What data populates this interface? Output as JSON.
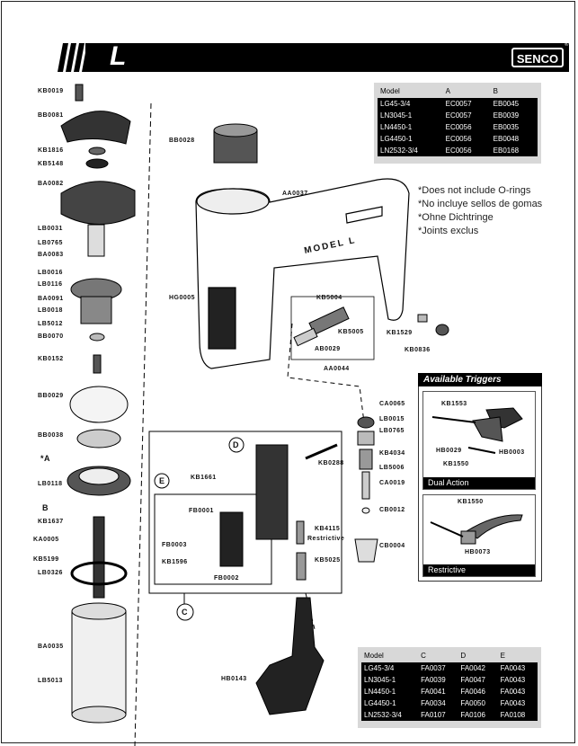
{
  "header": {
    "model_letter": "L",
    "brand": "SENCO",
    "reg_mark": "®"
  },
  "table_top": {
    "columns": [
      "Model",
      "A",
      "B"
    ],
    "rows": [
      [
        "LG45-3/4",
        "EC0057",
        "EB0045"
      ],
      [
        "LN3045-1",
        "EC0057",
        "EB0039"
      ],
      [
        "LN4450-1",
        "EC0056",
        "EB0035"
      ],
      [
        "LG4450-1",
        "EC0056",
        "EB0048"
      ],
      [
        "LN2532-3/4",
        "EC0056",
        "EB0168"
      ]
    ]
  },
  "table_bottom": {
    "columns": [
      "Model",
      "C",
      "D",
      "E"
    ],
    "rows": [
      [
        "LG45-3/4",
        "FA0037",
        "FA0042",
        "FA0043"
      ],
      [
        "LN3045-1",
        "FA0039",
        "FA0047",
        "FA0043"
      ],
      [
        "LN4450-1",
        "FA0041",
        "FA0046",
        "FA0043"
      ],
      [
        "LG4450-1",
        "FA0034",
        "FA0050",
        "FA0043"
      ],
      [
        "LN2532-3/4",
        "FA0107",
        "FA0106",
        "FA0108"
      ]
    ]
  },
  "notes": [
    "*Does not include O-rings",
    "*No incluye sellos de gomas",
    "*Ohne Dichtringe",
    "*Joints exclus"
  ],
  "triggers": {
    "title": "Available Triggers",
    "dual": {
      "caption": "Dual Action",
      "parts": [
        "KB1553",
        "HB0029",
        "HB0003",
        "KB1550"
      ]
    },
    "restrictive": {
      "caption": "Restrictive",
      "parts": [
        "KB1550",
        "HB0073"
      ]
    }
  },
  "left_labels": [
    "KB0019",
    "BB0081",
    "KB1816",
    "KB5148",
    "BA0082",
    "LB0031",
    "LB0765",
    "BA0083",
    "LB0016",
    "LB0116",
    "BA0091",
    "LB0018",
    "LB5012",
    "BB0070",
    "KB0152",
    "BB0029",
    "BB0038",
    "*A",
    "LB0118",
    "B",
    "KB1637",
    "KA0005",
    "KB5199",
    "LB0326",
    "BA0035",
    "LB5013"
  ],
  "center_labels": {
    "bb0028": "BB0028",
    "aa0037": "AA0037",
    "hg0005": "HG0005",
    "kb5004": "KB5004",
    "kb5005": "KB5005",
    "ab0029": "AB0029",
    "aa0044": "AA0044",
    "kb1529": "KB1529",
    "kb0836": "KB0836",
    "model_stamp": "MODEL L",
    "d": "D",
    "e": "E",
    "c": "C",
    "kb1661": "KB1661",
    "kb0288": "KB0288",
    "fb0001": "FB0001",
    "fb0003": "FB0003",
    "kb1596": "KB1596",
    "fb0002": "FB0002",
    "kb4115": "KB4115",
    "restrictive": "Restrictive",
    "kb5025": "KB5025",
    "hb0143": "HB0143"
  },
  "right_labels": {
    "ca0065": "CA0065",
    "lb0015": "LB0015",
    "lb0765": "LB0765",
    "kb4034": "KB4034",
    "lb5006": "LB5006",
    "ca0019": "CA0019",
    "cb0012": "CB0012",
    "cb0004": "CB0004"
  }
}
